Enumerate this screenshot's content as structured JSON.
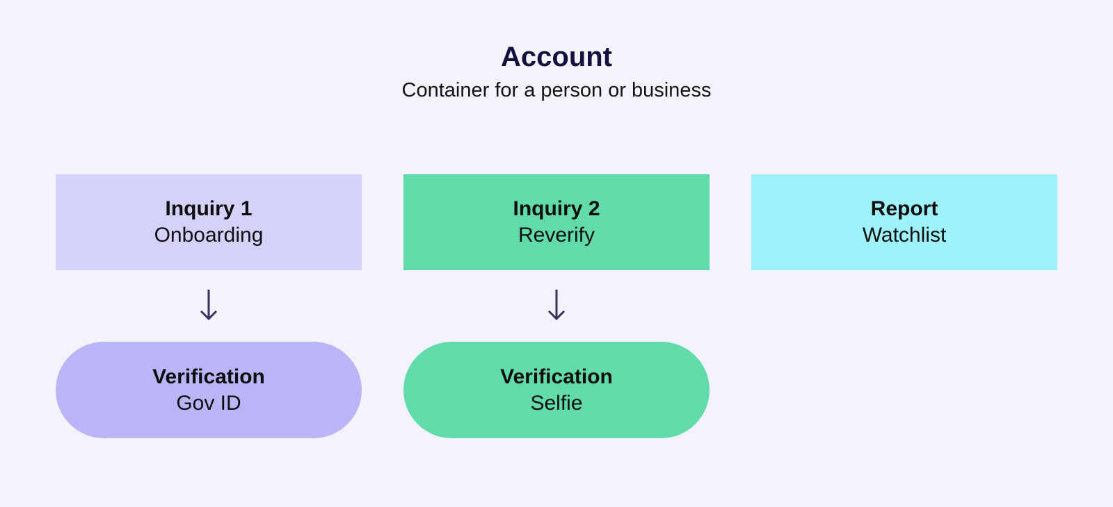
{
  "header": {
    "title": "Account",
    "subtitle": "Container for a person or business"
  },
  "nodes": {
    "inquiry1": {
      "title": "Inquiry 1",
      "subtitle": "Onboarding"
    },
    "inquiry2": {
      "title": "Inquiry 2",
      "subtitle": "Reverify"
    },
    "report": {
      "title": "Report",
      "subtitle": "Watchlist"
    },
    "verification1": {
      "title": "Verification",
      "subtitle": "Gov ID"
    },
    "verification2": {
      "title": "Verification",
      "subtitle": "Selfie"
    }
  },
  "icons": {
    "down_arrow": "down-arrow-icon"
  },
  "colors": {
    "background": "#f3f2fd",
    "title_text": "#13123e",
    "body_text": "#0e0e0e",
    "arrow": "#34325f",
    "lavender_light": "#d4d1fa",
    "lavender": "#b9b5f7",
    "green": "#62dbaa",
    "cyan": "#9df2fb"
  }
}
